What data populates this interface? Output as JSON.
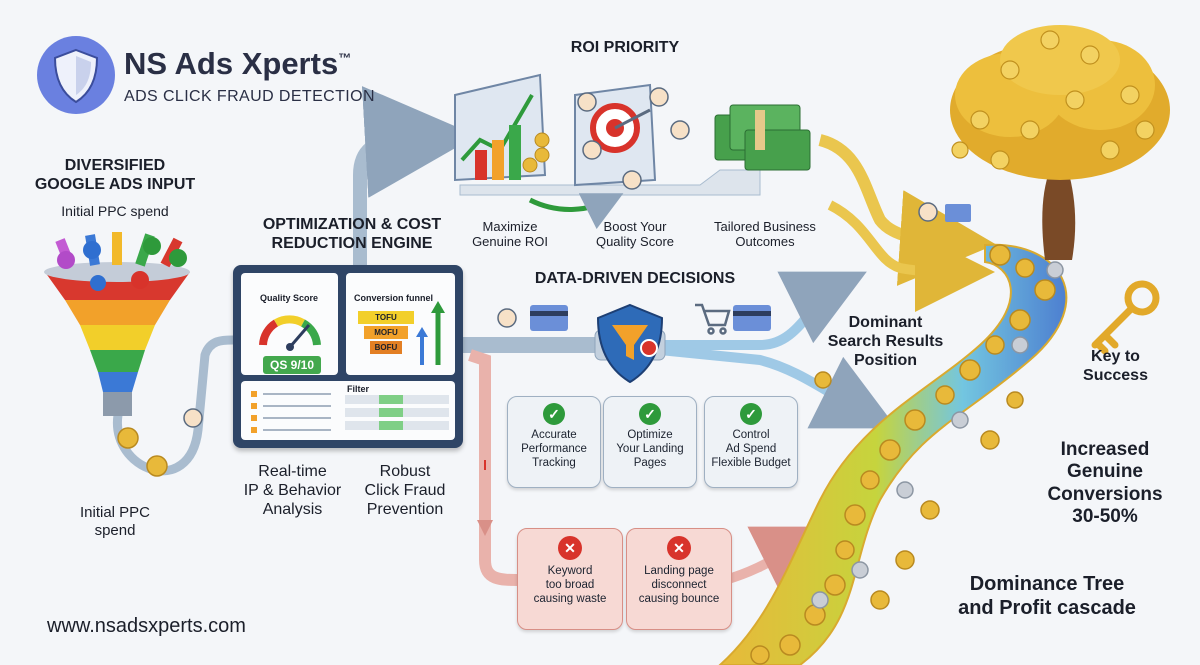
{
  "brand": {
    "name": "NS Ads Xperts",
    "trademark": "™",
    "tagline": "ADS CLICK FRAUD DETECTION",
    "website": "www.nsadsxperts.com",
    "accent": "#6a80e0"
  },
  "input": {
    "title": "DIVERSIFIED\nGOOGLE ADS INPUT",
    "subtitle": "Initial PPC spend",
    "bottom_label": "Initial PPC\nspend"
  },
  "engine": {
    "title": "OPTIMIZATION & COST\nREDUCTION ENGINE",
    "quality_score_label": "Quality Score",
    "qs_value": "QS 9/10",
    "funnel_label": "Conversion funnel",
    "stages": [
      "TOFU",
      "MOFU",
      "BOFU"
    ],
    "filter_label": "Filter",
    "caption_left": "Real-time\nIP & Behavior\nAnalysis",
    "caption_right": "Robust\nClick Fraud\nPrevention"
  },
  "roi": {
    "title": "ROI PRIORITY",
    "items": [
      "Maximize\nGenuine ROI",
      "Boost Your\nQuality Score",
      "Tailored Business\nOutcomes"
    ]
  },
  "decisions": {
    "title": "DATA-DRIVEN DECISIONS",
    "benefits": [
      "Accurate\nPerformance\nTracking",
      "Optimize\nYour Landing\nPages",
      "Control\nAd Spend\nFlexible Budget"
    ]
  },
  "waste": {
    "items": [
      "Keyword\ntoo broad\ncausing waste",
      "Landing page\ndisconnect\ncausing bounce"
    ]
  },
  "outcomes": {
    "search": "Dominant\nSearch Results\nPosition",
    "key": "Key to\nSuccess",
    "conversions": "Increased\nGenuine\nConversions\n30-50%",
    "tree": "Dominance Tree\nand Profit cascade"
  },
  "icons": [
    "shield-icon",
    "search-icon",
    "ads-icon",
    "video-icon",
    "user-icon",
    "coin-icon",
    "target-icon",
    "cash-icon",
    "cart-icon",
    "card-icon",
    "check-icon",
    "cross-icon",
    "key-icon",
    "tree-icon",
    "growth-chart-icon"
  ],
  "colors": {
    "positive": "#2e9a3b",
    "negative": "#d8332b",
    "coin": "#e8b93a",
    "pipe": "#a9bccf",
    "engine_panel": "#2f4566"
  }
}
